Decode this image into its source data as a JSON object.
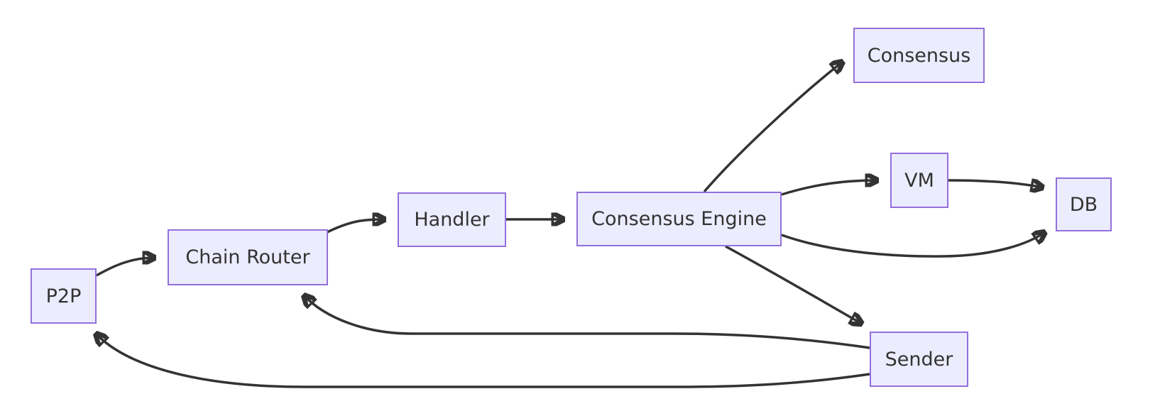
{
  "diagram": {
    "type": "flowchart",
    "direction": "left-to-right",
    "colors": {
      "background": "#ffffff",
      "node_fill": "#ECECFF",
      "node_border": "#9370DB",
      "node_text": "#333333",
      "edge_stroke": "#333333"
    },
    "nodes": {
      "p2p": {
        "label": "P2P"
      },
      "chain_router": {
        "label": "Chain Router"
      },
      "handler": {
        "label": "Handler"
      },
      "consensus_engine": {
        "label": "Consensus Engine"
      },
      "consensus": {
        "label": "Consensus"
      },
      "vm": {
        "label": "VM"
      },
      "db": {
        "label": "DB"
      },
      "sender": {
        "label": "Sender"
      }
    },
    "edges": [
      {
        "from": "P2P",
        "to": "Chain Router"
      },
      {
        "from": "Chain Router",
        "to": "Handler"
      },
      {
        "from": "Handler",
        "to": "Consensus Engine"
      },
      {
        "from": "Consensus Engine",
        "to": "Consensus"
      },
      {
        "from": "Consensus Engine",
        "to": "VM"
      },
      {
        "from": "VM",
        "to": "DB"
      },
      {
        "from": "Consensus Engine",
        "to": "DB"
      },
      {
        "from": "Consensus Engine",
        "to": "Sender"
      },
      {
        "from": "Sender",
        "to": "Chain Router"
      },
      {
        "from": "Sender",
        "to": "P2P"
      }
    ]
  }
}
